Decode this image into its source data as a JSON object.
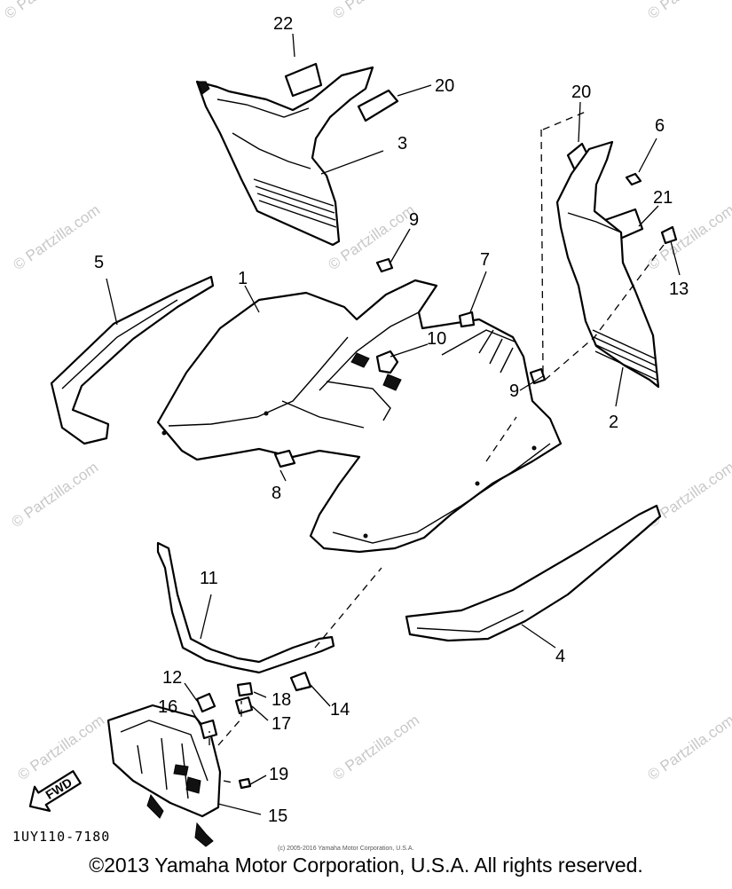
{
  "diagram": {
    "callouts": [
      {
        "id": "c22",
        "label": "22"
      },
      {
        "id": "c20a",
        "label": "20"
      },
      {
        "id": "c3",
        "label": "3"
      },
      {
        "id": "c20b",
        "label": "20"
      },
      {
        "id": "c6",
        "label": "6"
      },
      {
        "id": "c21",
        "label": "21"
      },
      {
        "id": "c9a",
        "label": "9"
      },
      {
        "id": "c13",
        "label": "13"
      },
      {
        "id": "c5",
        "label": "5"
      },
      {
        "id": "c1",
        "label": "1"
      },
      {
        "id": "c7",
        "label": "7"
      },
      {
        "id": "c10",
        "label": "10"
      },
      {
        "id": "c9b",
        "label": "9"
      },
      {
        "id": "c2",
        "label": "2"
      },
      {
        "id": "c8",
        "label": "8"
      },
      {
        "id": "c11",
        "label": "11"
      },
      {
        "id": "c4",
        "label": "4"
      },
      {
        "id": "c12",
        "label": "12"
      },
      {
        "id": "c18",
        "label": "18"
      },
      {
        "id": "c14",
        "label": "14"
      },
      {
        "id": "c16",
        "label": "16"
      },
      {
        "id": "c17",
        "label": "17"
      },
      {
        "id": "c19",
        "label": "19"
      },
      {
        "id": "c15",
        "label": "15"
      }
    ],
    "direction_label": "FWD",
    "drawing_code": "1UY110-7180",
    "watermark_text": "© Partzilla.com",
    "small_copyright": "(c) 2005-2016 Yamaha Motor Corporation, U.S.A."
  },
  "footer": {
    "copyright": "©2013 Yamaha Motor Corporation, U.S.A. All rights reserved."
  }
}
